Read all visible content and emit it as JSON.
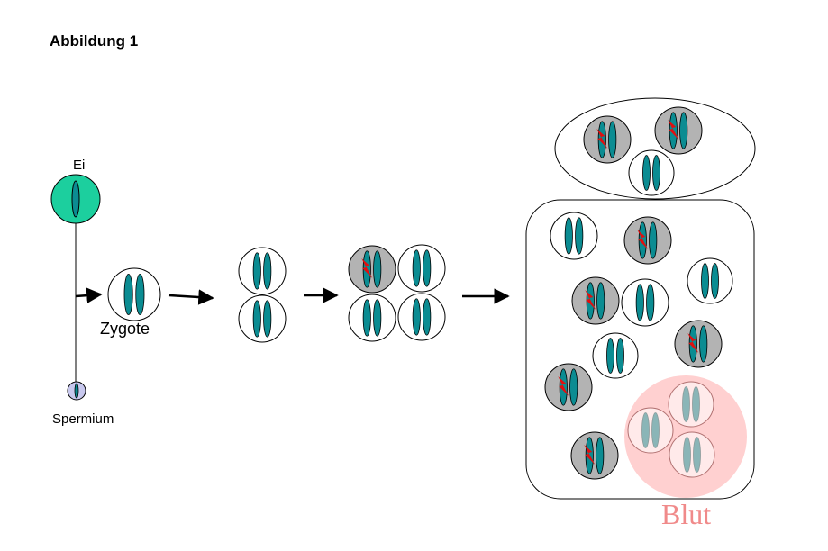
{
  "figure": {
    "title": "Abbildung 1",
    "labels": {
      "egg": "Ei",
      "zygote": "Zygote",
      "sperm": "Spermium",
      "blood": "Blut"
    }
  },
  "colors": {
    "egg_fill": "#1ccf9e",
    "chromosome": "#0b8c92",
    "chromosome_faded": "#8ab5b7",
    "mutated_cell": "#b3b3b3",
    "mutation_mark": "#e01010",
    "sperm_fill": "#c8c8ee",
    "blood_fill": "#ffd0d0",
    "blood_text": "#f08a8a"
  },
  "icons": {
    "mutation": "lightning-bolt-icon",
    "arrow": "arrow-right-icon"
  }
}
